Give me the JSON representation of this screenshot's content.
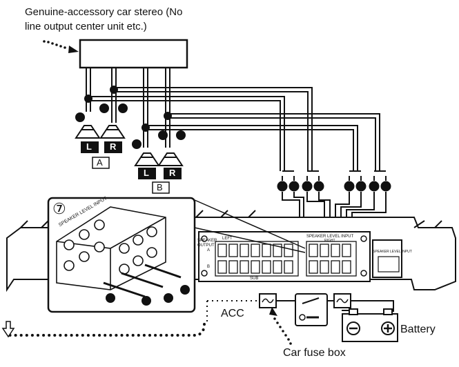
{
  "caption": {
    "line1_bold": "Genuine-accessory car stereo",
    "line1_rest": "(No",
    "line2": "line output center unit etc.)"
  },
  "speakers": {
    "left_badge": "L",
    "right_badge": "R",
    "group_a": "A",
    "group_b": "B",
    "plus": "+",
    "minus": "−"
  },
  "inset": {
    "step": "⑦",
    "header": "SPEAKER LEVEL INPUT"
  },
  "amp_panel": {
    "speaker_output": "SPEAKER\nOUTPUT",
    "left_label": "LEFT",
    "sub_label": "SUB",
    "speaker_level_input": "SPEAKER LEVEL INPUT",
    "right_label": "RIGHT",
    "side_label": "SPEAKER LEVEL INPUT",
    "channel_a": "A",
    "channel_b": "B"
  },
  "labels": {
    "acc": "ACC",
    "battery": "Battery",
    "fuse_box": "Car fuse box"
  },
  "colors": {
    "ink": "#111111",
    "paper": "#ffffff",
    "gray": "#d6d6d6"
  }
}
